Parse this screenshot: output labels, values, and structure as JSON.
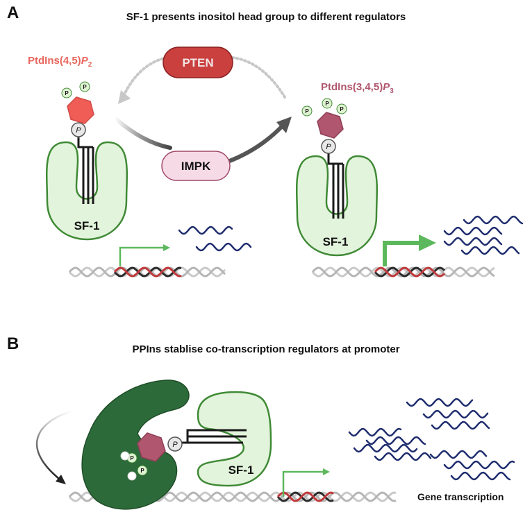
{
  "panel_a": {
    "letter": "A",
    "title": "SF-1 presents inositol head group to different regulators",
    "left_lipid": {
      "name": "PtdIns(4,5)",
      "sub": "2",
      "color": "#e8665c"
    },
    "right_lipid": {
      "name": "PtdIns(3,4,5)",
      "sub": "3",
      "color": "#b0566e"
    },
    "pten_label": "PTEN",
    "impk_label": "IMPK",
    "sf1_left": "SF-1",
    "sf1_right": "SF-1",
    "phosphate_small": "P",
    "phosphate_big": "P"
  },
  "panel_b": {
    "letter": "B",
    "title": "PPIns stablise co-transcription regulators at promoter",
    "sf1": "SF-1",
    "phosphate_small": "P",
    "phosphate_big": "P",
    "gene_label": "Gene transcription"
  },
  "colors": {
    "protein_fill": "#e3f4dc",
    "protein_stroke": "#3f8a35",
    "regulator_fill": "#2d6a3a",
    "pten_fill": "#c9403f",
    "impk_fill": "#f6dbe7",
    "arrow_green": "#5cb85c",
    "rna": "#1f2d6e",
    "dna_red": "#c0393b"
  }
}
